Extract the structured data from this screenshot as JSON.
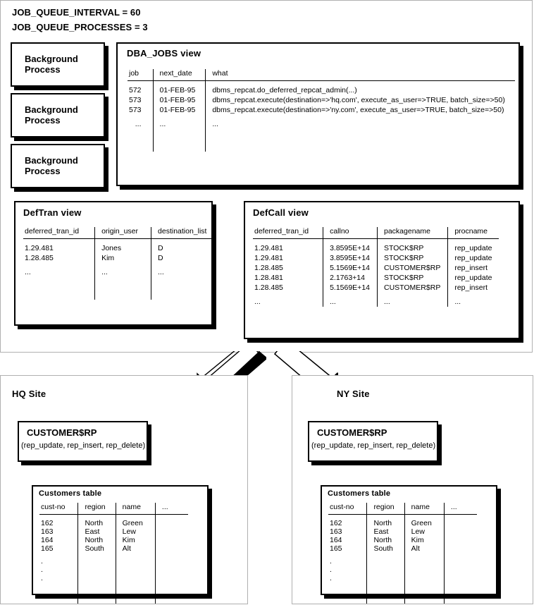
{
  "params": [
    "JOB_QUEUE_INTERVAL = 60",
    "JOB_QUEUE_PROCESSES = 3"
  ],
  "background_processes": [
    "Background\nProcess",
    "Background\nProcess",
    "Background\nProcess"
  ],
  "dba_jobs": {
    "title": "DBA_JOBS view",
    "columns": [
      "job",
      "next_date",
      "what"
    ],
    "rows": [
      [
        "572",
        "01-FEB-95",
        "dbms_repcat.do_deferred_repcat_admin(...)"
      ],
      [
        "573",
        "01-FEB-95",
        "dbms_repcat.execute(destination=>'hq.com',   execute_as_user=>TRUE,  batch_size=>50)"
      ],
      [
        "573",
        "01-FEB-95",
        "dbms_repcat.execute(destination=>'ny.com',   execute_as_user=>TRUE,  batch_size=>50)"
      ],
      [
        "...",
        "...",
        "..."
      ]
    ]
  },
  "deftran": {
    "title": "DefTran view",
    "columns": [
      "deferred_tran_id",
      "origin_user",
      "destination_list"
    ],
    "rows": [
      [
        "1.29.481",
        "Jones",
        "D"
      ],
      [
        "1.28.485",
        "Kim",
        "D"
      ],
      [
        "...",
        "...",
        "..."
      ]
    ]
  },
  "defcall": {
    "title": "DefCall view",
    "columns": [
      "deferred_tran_id",
      "callno",
      "packagename",
      "procname"
    ],
    "rows": [
      [
        "1.29.481",
        "3.8595E+14",
        "STOCK$RP",
        "rep_update"
      ],
      [
        "1.29.481",
        "3.8595E+14",
        "STOCK$RP",
        "rep_update"
      ],
      [
        "1.28.485",
        "5.1569E+14",
        "CUSTOMER$RP",
        "rep_insert"
      ],
      [
        "1.28.481",
        "2.1763+14",
        "STOCK$RP",
        "rep_update"
      ],
      [
        "1.28.485",
        "5.1569E+14",
        "CUSTOMER$RP",
        "rep_insert"
      ],
      [
        "...",
        "...",
        "...",
        "..."
      ]
    ]
  },
  "hq_site": {
    "title": "HQ Site",
    "package": {
      "name": "CUSTOMER$RP",
      "procs": "(rep_update, rep_insert, rep_delete)"
    },
    "table": {
      "title": "Customers  table",
      "columns": [
        "cust-no",
        "region",
        "name",
        "..."
      ],
      "rows": [
        [
          "162",
          "North",
          "Green",
          ""
        ],
        [
          "163",
          "East",
          "Lew",
          ""
        ],
        [
          "164",
          "North",
          "Kim",
          ""
        ],
        [
          "165",
          "South",
          "Alt",
          ""
        ],
        [
          ".",
          "",
          "",
          ""
        ],
        [
          ".",
          "",
          "",
          ""
        ],
        [
          ".",
          "",
          "",
          ""
        ]
      ]
    }
  },
  "ny_site": {
    "title": "NY Site",
    "package": {
      "name": "CUSTOMER$RP",
      "procs": "(rep_update, rep_insert, rep_delete)"
    },
    "table": {
      "title": "Customers  table",
      "columns": [
        "cust-no",
        "region",
        "name",
        "..."
      ],
      "rows": [
        [
          "162",
          "North",
          "Green",
          ""
        ],
        [
          "163",
          "East",
          "Lew",
          ""
        ],
        [
          "164",
          "North",
          "Kim",
          ""
        ],
        [
          "165",
          "South",
          "Alt",
          ""
        ],
        [
          ".",
          "",
          "",
          ""
        ],
        [
          ".",
          "",
          "",
          ""
        ],
        [
          ".",
          "",
          "",
          ""
        ]
      ]
    }
  },
  "arrows": {
    "left": "arrow-to-hq-site",
    "right": "arrow-to-ny-site"
  },
  "colors": {
    "ink": "#000000",
    "panel_border": "#b0b0b0",
    "background": "#ffffff"
  }
}
